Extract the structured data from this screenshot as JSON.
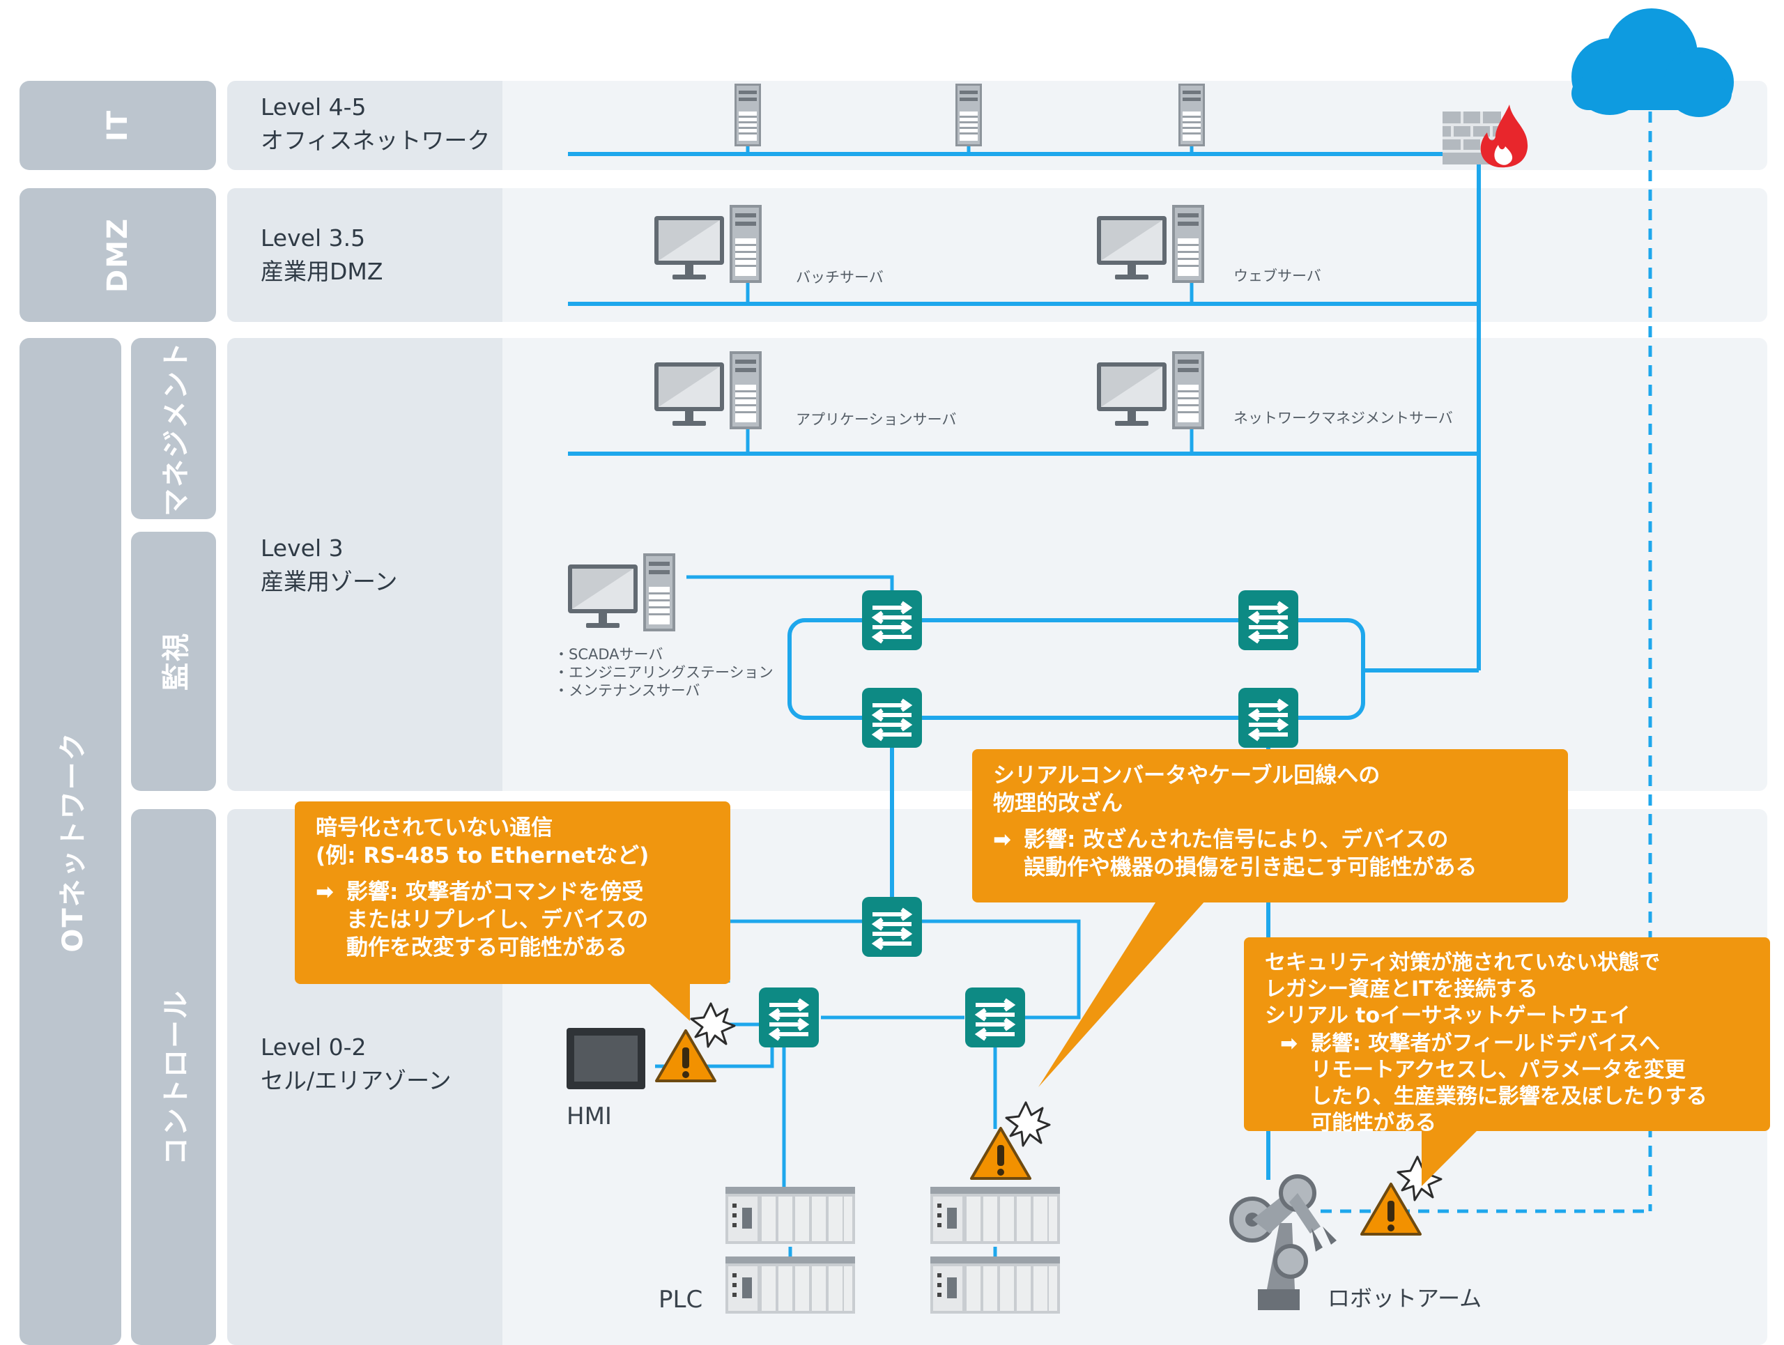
{
  "side_labels": {
    "it": "IT",
    "dmz": "DMZ",
    "ot": "OTネットワーク",
    "management": "マネジメント",
    "monitoring": "監視",
    "control": "コントロール"
  },
  "levels": {
    "it": {
      "level": "Level 4-5",
      "name": "オフィスネットワーク"
    },
    "dmz": {
      "level": "Level 3.5",
      "name": "産業用DMZ"
    },
    "ops": {
      "level": "Level 3",
      "name": "産業用ゾーン"
    },
    "cell": {
      "level": "Level 0-2",
      "name": "セル/エリアゾーン"
    }
  },
  "devices": {
    "batch_server": "バッチサーバ",
    "web_server": "ウェブサーバ",
    "app_server": "アプリケーションサーバ",
    "nms_server": "ネットワークマネジメントサーバ",
    "scada_items": [
      "・SCADAサーバ",
      "・エンジニアリングステーション",
      "・メンテナンスサーバ"
    ],
    "hmi": "HMI",
    "plc": "PLC",
    "robot": "ロボットアーム"
  },
  "callouts": {
    "serial": {
      "title": [
        "シリアルコンバータやケーブル回線への",
        "物理的改ざん"
      ],
      "arrow": "➡",
      "body": [
        "影響: 改ざんされた信号により、デバイスの",
        "誤動作や機器の損傷を引き起こす可能性がある"
      ]
    },
    "unencrypted": {
      "title": [
        "暗号化されていない通信",
        "(例: RS-485 to Ethernetなど)"
      ],
      "arrow": "➡",
      "body": [
        "影響: 攻撃者がコマンドを傍受",
        "またはリプレイし、デバイスの",
        "動作を改変する可能性がある"
      ]
    },
    "legacy": {
      "title": [
        "セキュリティ対策が施されていない状態で",
        "レガシー資産とITを接続する",
        "シリアル toイーサネットゲートウェイ"
      ],
      "arrow": "➡",
      "body": [
        "影響: 攻撃者がフィールドデバイスへ",
        "リモートアクセスし、パラメータを変更",
        "したり、生産業務に影響を及ぼしたりする",
        "可能性がある"
      ]
    }
  },
  "colors": {
    "network_line": "#1ea7ec",
    "switch": "#0d8a84",
    "callout": "#f0960f",
    "warning": "#f29100",
    "cloud": "#0e9be0",
    "firewall_flame": "#e8262c",
    "sidebar": "#bcc5ce",
    "lane": "#f1f4f7"
  },
  "icons": [
    "server-tower-icon",
    "desktop-server-icon",
    "switch-icon",
    "firewall-icon",
    "cloud-icon",
    "warning-icon",
    "hmi-panel-icon",
    "plc-rack-icon",
    "robot-arm-icon"
  ]
}
